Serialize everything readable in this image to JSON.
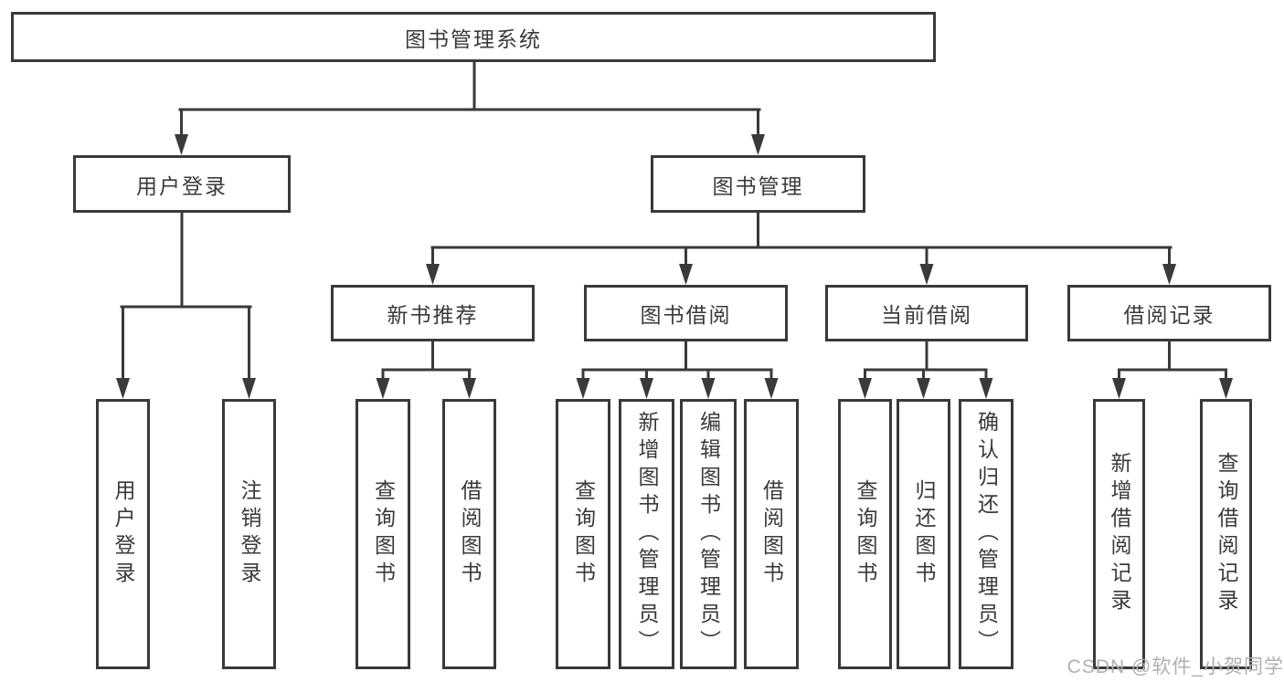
{
  "diagram": {
    "root": "图书管理系统",
    "level2": [
      "用户登录",
      "图书管理"
    ],
    "level3": [
      "新书推荐",
      "图书借阅",
      "当前借阅",
      "借阅记录"
    ],
    "leaves": [
      "用户登录",
      "注销登录",
      "查询图书",
      "借阅图书",
      "查询图书",
      "新增图书（管理员）",
      "编辑图书（管理员）",
      "借阅图书",
      "查询图书",
      "归还图书",
      "确认归还（管理员）",
      "新增借阅记录",
      "查询借阅记录"
    ],
    "structure": {
      "图书管理系统": [
        "用户登录",
        "图书管理"
      ],
      "用户登录": [
        "用户登录",
        "注销登录"
      ],
      "图书管理": [
        "新书推荐",
        "图书借阅",
        "当前借阅",
        "借阅记录"
      ],
      "新书推荐": [
        "查询图书",
        "借阅图书"
      ],
      "图书借阅": [
        "查询图书",
        "新增图书（管理员）",
        "编辑图书（管理员）",
        "借阅图书"
      ],
      "当前借阅": [
        "查询图书",
        "归还图书",
        "确认归还（管理员）"
      ],
      "借阅记录": [
        "新增借阅记录",
        "查询借阅记录"
      ]
    }
  },
  "watermark": "CSDN @软件_小贺同学",
  "colors": {
    "line": "#3a3a3c",
    "box_border": "#39393b",
    "text": "#3a3a3c",
    "watermark": "#b0b0b1",
    "background": "#ffffff"
  }
}
